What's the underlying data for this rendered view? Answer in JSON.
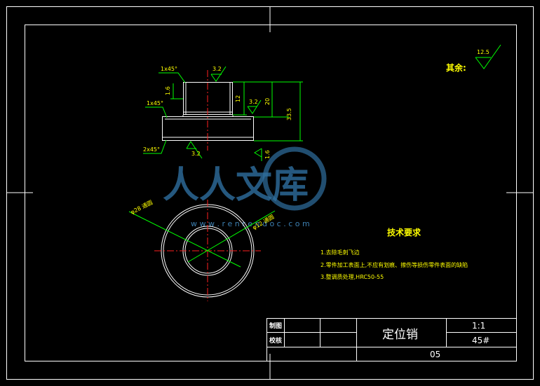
{
  "surface_finish": {
    "other_label": "其余:",
    "other_value": "12.5",
    "top": "3.2",
    "middle": "3.2",
    "bottom": "3.2",
    "right": "1.6"
  },
  "chamfers": {
    "top": "1x45°",
    "middle": "1x45°",
    "bottom": "2x45°"
  },
  "dimensions": {
    "small_height": "1.6",
    "d1": "12",
    "d2": "20",
    "d3": "33.5",
    "dia_outer": "φ28 通圆",
    "dia_inner": "φ12 通圆"
  },
  "watermark": {
    "text": "人人文库",
    "url": "w w w . r e n r e n d o c . c o m"
  },
  "tech": {
    "title": "技术要求",
    "items": [
      "1.去除毛刺飞边",
      "2.零件加工表面上,不应有划痕、擦伤等损伤零件表面的缺陷",
      "3.整调质处理,HRC50-55"
    ]
  },
  "title_block": {
    "draw_label": "制图",
    "check_label": "校核",
    "part_name": "定位销",
    "scale": "1:1",
    "material": "45#",
    "number": "05"
  }
}
